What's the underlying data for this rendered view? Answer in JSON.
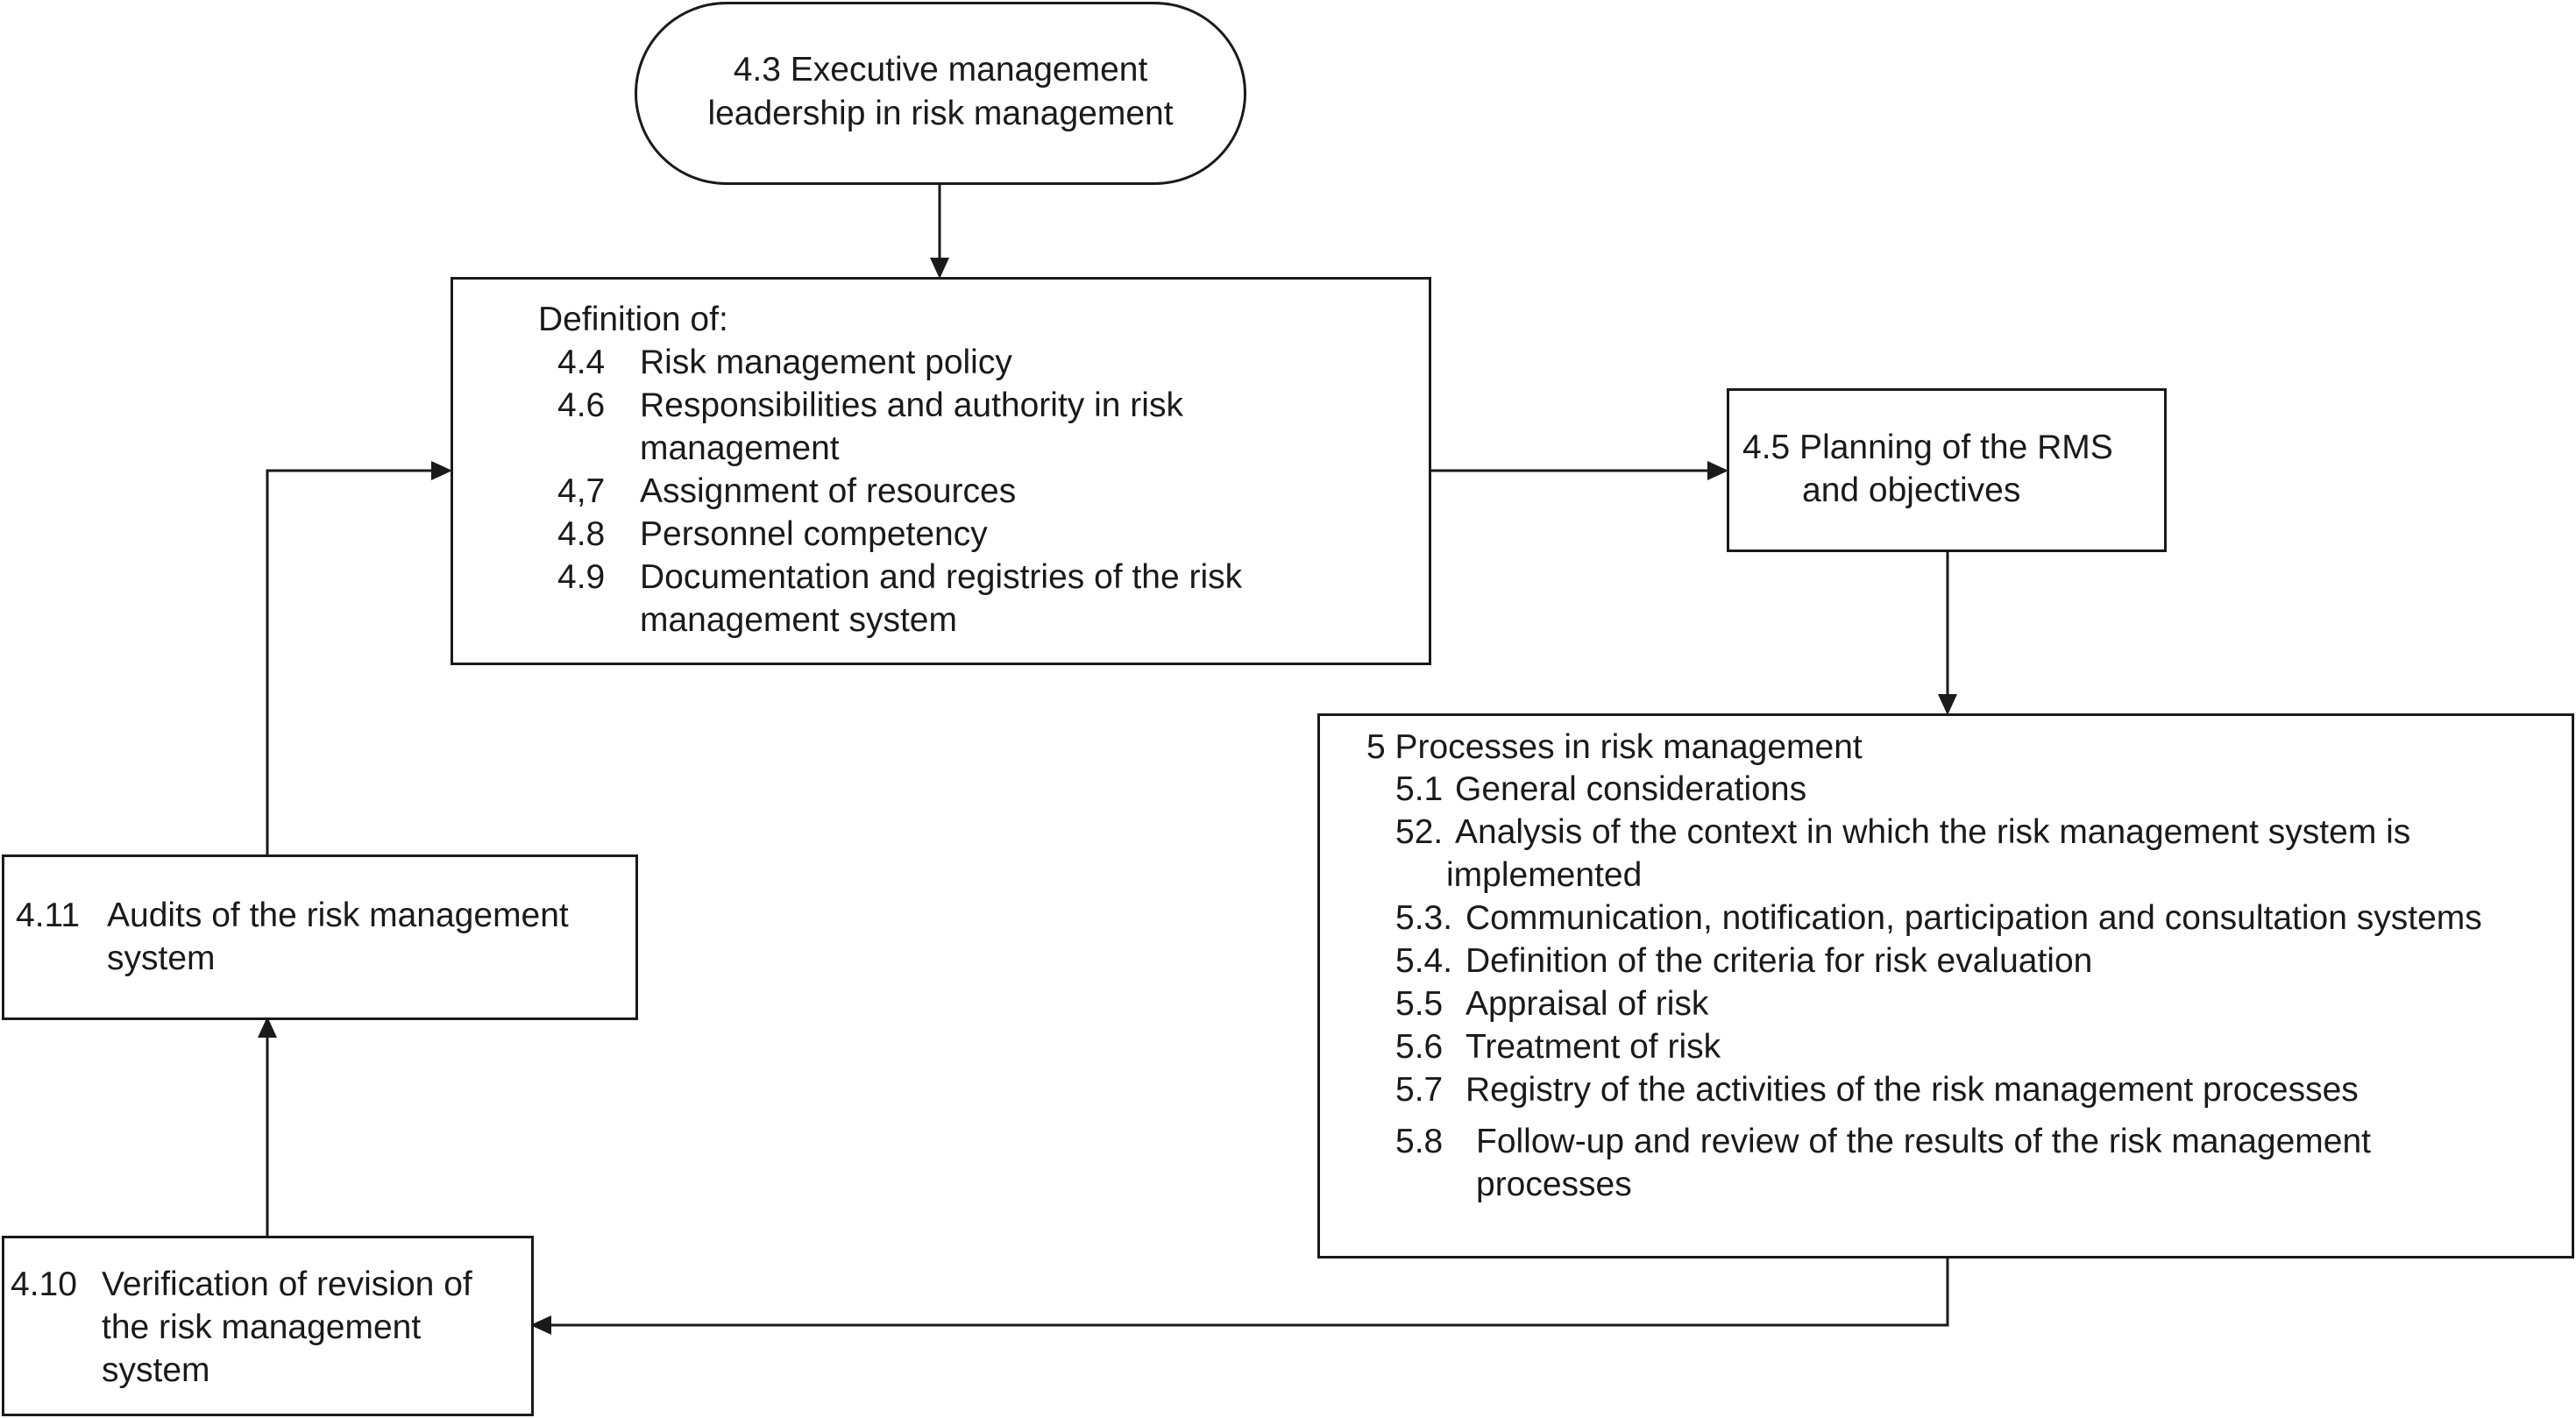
{
  "colors": {
    "stroke": "#1a1a1a",
    "background": "#ffffff"
  },
  "leadership": {
    "line1": "4.3 Executive management",
    "line2": "leadership in risk management"
  },
  "definition": {
    "heading": "Definition of:",
    "items": [
      {
        "num": "4.4",
        "line1": "Risk management policy"
      },
      {
        "num": "4.6",
        "line1": "Responsibilities and authority in risk",
        "line2": "management"
      },
      {
        "num": "4,7",
        "line1": "Assignment of resources"
      },
      {
        "num": "4.8",
        "line1": "Personnel competency"
      },
      {
        "num": "4.9",
        "line1": "Documentation and registries of the risk",
        "line2": "management system"
      }
    ]
  },
  "planning": {
    "line1": "4.5 Planning of the RMS",
    "line2": "and objectives"
  },
  "processes": {
    "heading": "5  Processes in risk management",
    "items": [
      {
        "num": "5.1",
        "line1": "General considerations"
      },
      {
        "num": "52.",
        "line1": "Analysis of the context in which the risk management system is",
        "line2": "implemented"
      },
      {
        "num": "5.3.",
        "line1": "Communication, notification, participation and consultation systems"
      },
      {
        "num": "5.4.",
        "line1": "Definition of the criteria for risk evaluation"
      },
      {
        "num": "5.5",
        "line1": "Appraisal of risk"
      },
      {
        "num": "5.6",
        "line1": "Treatment of risk"
      },
      {
        "num": "5.7",
        "line1": "Registry of the activities of the risk management processes"
      },
      {
        "num": "5.8",
        "line1": "Follow-up and review of the results of the risk management",
        "line2": "processes"
      }
    ]
  },
  "audits": {
    "num": "4.11",
    "line1": "Audits of the risk management",
    "line2": "system"
  },
  "verification": {
    "num": "4.10",
    "line1": "Verification of revision of",
    "line2": "the risk management",
    "line3": "system"
  }
}
